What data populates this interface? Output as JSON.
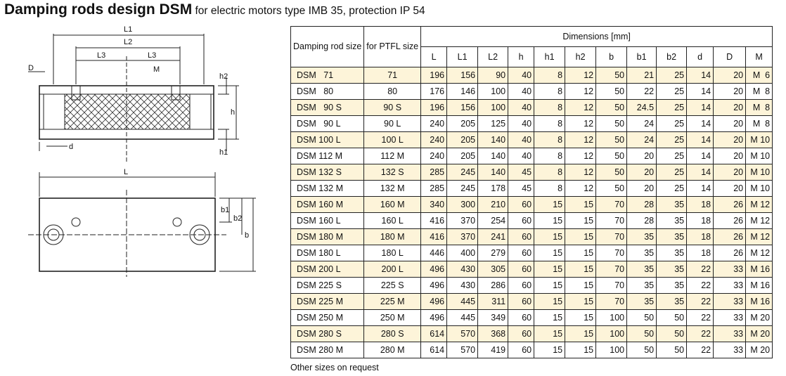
{
  "title": {
    "bold": "Damping rods design DSM",
    "rest": " for electric motors type IMB 35, protection IP 54"
  },
  "drawing": {
    "labels": {
      "L1": "L1",
      "L2": "L2",
      "L3a": "L3",
      "L3b": "L3",
      "D": "D",
      "M": "M",
      "d": "d",
      "h": "h",
      "h1": "h1",
      "h2": "h2",
      "L": "L",
      "b": "b",
      "b1": "b1",
      "b2": "b2"
    }
  },
  "table": {
    "header": {
      "col1": "Damping rod size",
      "col2": "for PTFL size",
      "group": "Dimensions [mm]",
      "dims": [
        "L",
        "L1",
        "L2",
        "h",
        "h1",
        "h2",
        "b",
        "b1",
        "b2",
        "d",
        "D",
        "M"
      ]
    },
    "rows": [
      {
        "size": "DSM   71",
        "ptfl": "71",
        "v": [
          "196",
          "156",
          "90",
          "40",
          "8",
          "12",
          "50",
          "21",
          "25",
          "14",
          "20",
          "M  6"
        ],
        "hl": true
      },
      {
        "size": "DSM   80",
        "ptfl": "80",
        "v": [
          "176",
          "146",
          "100",
          "40",
          "8",
          "12",
          "50",
          "22",
          "25",
          "14",
          "20",
          "M  8"
        ],
        "hl": false
      },
      {
        "size": "DSM   90 S",
        "ptfl": "90 S",
        "v": [
          "196",
          "156",
          "100",
          "40",
          "8",
          "12",
          "50",
          "24.5",
          "25",
          "14",
          "20",
          "M  8"
        ],
        "hl": true
      },
      {
        "size": "DSM   90 L",
        "ptfl": "90 L",
        "v": [
          "240",
          "205",
          "125",
          "40",
          "8",
          "12",
          "50",
          "24",
          "25",
          "14",
          "20",
          "M  8"
        ],
        "hl": false
      },
      {
        "size": "DSM 100 L",
        "ptfl": "100 L",
        "v": [
          "240",
          "205",
          "140",
          "40",
          "8",
          "12",
          "50",
          "24",
          "25",
          "14",
          "20",
          "M 10"
        ],
        "hl": true
      },
      {
        "size": "DSM 112 M",
        "ptfl": "112 M",
        "v": [
          "240",
          "205",
          "140",
          "40",
          "8",
          "12",
          "50",
          "20",
          "25",
          "14",
          "20",
          "M 10"
        ],
        "hl": false
      },
      {
        "size": "DSM 132 S",
        "ptfl": "132 S",
        "v": [
          "285",
          "245",
          "140",
          "45",
          "8",
          "12",
          "50",
          "20",
          "25",
          "14",
          "20",
          "M 10"
        ],
        "hl": true
      },
      {
        "size": "DSM 132 M",
        "ptfl": "132 M",
        "v": [
          "285",
          "245",
          "178",
          "45",
          "8",
          "12",
          "50",
          "20",
          "25",
          "14",
          "20",
          "M 10"
        ],
        "hl": false
      },
      {
        "size": "DSM 160 M",
        "ptfl": "160 M",
        "v": [
          "340",
          "300",
          "210",
          "60",
          "15",
          "15",
          "70",
          "28",
          "35",
          "18",
          "26",
          "M 12"
        ],
        "hl": true
      },
      {
        "size": "DSM 160 L",
        "ptfl": "160 L",
        "v": [
          "416",
          "370",
          "254",
          "60",
          "15",
          "15",
          "70",
          "28",
          "35",
          "18",
          "26",
          "M 12"
        ],
        "hl": false
      },
      {
        "size": "DSM 180 M",
        "ptfl": "180 M",
        "v": [
          "416",
          "370",
          "241",
          "60",
          "15",
          "15",
          "70",
          "35",
          "35",
          "18",
          "26",
          "M 12"
        ],
        "hl": true
      },
      {
        "size": "DSM 180 L",
        "ptfl": "180 L",
        "v": [
          "446",
          "400",
          "279",
          "60",
          "15",
          "15",
          "70",
          "35",
          "35",
          "18",
          "26",
          "M 12"
        ],
        "hl": false
      },
      {
        "size": "DSM 200 L",
        "ptfl": "200 L",
        "v": [
          "496",
          "430",
          "305",
          "60",
          "15",
          "15",
          "70",
          "35",
          "35",
          "22",
          "33",
          "M 16"
        ],
        "hl": true
      },
      {
        "size": "DSM 225 S",
        "ptfl": "225 S",
        "v": [
          "496",
          "430",
          "286",
          "60",
          "15",
          "15",
          "70",
          "35",
          "35",
          "22",
          "33",
          "M 16"
        ],
        "hl": false
      },
      {
        "size": "DSM 225 M",
        "ptfl": "225 M",
        "v": [
          "496",
          "445",
          "311",
          "60",
          "15",
          "15",
          "70",
          "35",
          "35",
          "22",
          "33",
          "M 16"
        ],
        "hl": true
      },
      {
        "size": "DSM 250 M",
        "ptfl": "250 M",
        "v": [
          "496",
          "445",
          "349",
          "60",
          "15",
          "15",
          "100",
          "50",
          "50",
          "22",
          "33",
          "M 20"
        ],
        "hl": false
      },
      {
        "size": "DSM 280 S",
        "ptfl": "280 S",
        "v": [
          "614",
          "570",
          "368",
          "60",
          "15",
          "15",
          "100",
          "50",
          "50",
          "22",
          "33",
          "M 20"
        ],
        "hl": true
      },
      {
        "size": "DSM 280 M",
        "ptfl": "280 M",
        "v": [
          "614",
          "570",
          "419",
          "60",
          "15",
          "15",
          "100",
          "50",
          "50",
          "22",
          "33",
          "M 20"
        ],
        "hl": false
      }
    ]
  },
  "footnote": "Other sizes on request"
}
